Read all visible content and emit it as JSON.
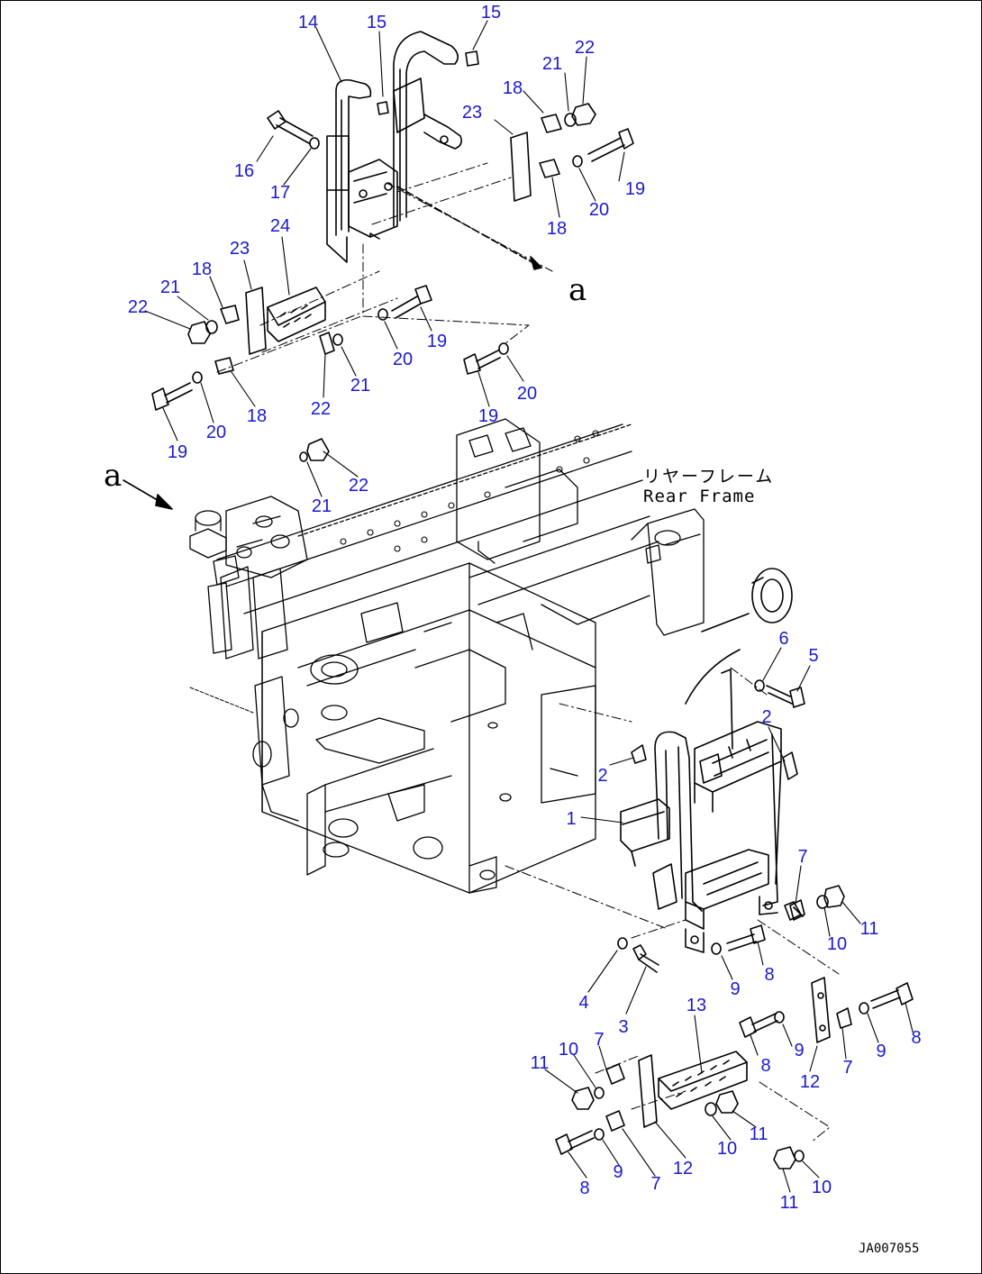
{
  "labels": {
    "view_marker": "a",
    "rear_frame_jp": "リヤーフレーム",
    "rear_frame_en": "Rear Frame",
    "drawing_code": "JA007055"
  },
  "colors": {
    "part_number": "#1a1ad0",
    "line": "#000000",
    "background": "#ffffff"
  },
  "callouts": [
    {
      "id": "c14",
      "text": "14"
    },
    {
      "id": "c15a",
      "text": "15"
    },
    {
      "id": "c15b",
      "text": "15"
    },
    {
      "id": "c22a",
      "text": "22"
    },
    {
      "id": "c21a",
      "text": "21"
    },
    {
      "id": "c18a",
      "text": "18"
    },
    {
      "id": "c23a",
      "text": "23"
    },
    {
      "id": "c16",
      "text": "16"
    },
    {
      "id": "c17",
      "text": "17"
    },
    {
      "id": "c20a",
      "text": "20"
    },
    {
      "id": "c19a",
      "text": "19"
    },
    {
      "id": "c18b",
      "text": "18"
    },
    {
      "id": "c24",
      "text": "24"
    },
    {
      "id": "c23b",
      "text": "23"
    },
    {
      "id": "c18c",
      "text": "18"
    },
    {
      "id": "c21b",
      "text": "21"
    },
    {
      "id": "c22b",
      "text": "22"
    },
    {
      "id": "c20b",
      "text": "20"
    },
    {
      "id": "c19b",
      "text": "19"
    },
    {
      "id": "c21c",
      "text": "21"
    },
    {
      "id": "c22c",
      "text": "22"
    },
    {
      "id": "c18d",
      "text": "18"
    },
    {
      "id": "c20c",
      "text": "20"
    },
    {
      "id": "c19c",
      "text": "19"
    },
    {
      "id": "c19d",
      "text": "19"
    },
    {
      "id": "c20d",
      "text": "20"
    },
    {
      "id": "c22d",
      "text": "22"
    },
    {
      "id": "c21d",
      "text": "21"
    },
    {
      "id": "c6",
      "text": "6"
    },
    {
      "id": "c5",
      "text": "5"
    },
    {
      "id": "c2a",
      "text": "2"
    },
    {
      "id": "c2b",
      "text": "2"
    },
    {
      "id": "c1",
      "text": "1"
    },
    {
      "id": "c7a",
      "text": "7"
    },
    {
      "id": "c11a",
      "text": "11"
    },
    {
      "id": "c10a",
      "text": "10"
    },
    {
      "id": "c8a",
      "text": "8"
    },
    {
      "id": "c9a",
      "text": "9"
    },
    {
      "id": "c4",
      "text": "4"
    },
    {
      "id": "c3",
      "text": "3"
    },
    {
      "id": "c13",
      "text": "13"
    },
    {
      "id": "c8b",
      "text": "8"
    },
    {
      "id": "c9b",
      "text": "9"
    },
    {
      "id": "c8c",
      "text": "8"
    },
    {
      "id": "c12a",
      "text": "12"
    },
    {
      "id": "c7b",
      "text": "7"
    },
    {
      "id": "c9c",
      "text": "9"
    },
    {
      "id": "c7c",
      "text": "7"
    },
    {
      "id": "c10b",
      "text": "10"
    },
    {
      "id": "c11b",
      "text": "11"
    },
    {
      "id": "c10c",
      "text": "10"
    },
    {
      "id": "c11c",
      "text": "11"
    },
    {
      "id": "c8d",
      "text": "8"
    },
    {
      "id": "c9d",
      "text": "9"
    },
    {
      "id": "c7d",
      "text": "7"
    },
    {
      "id": "c12b",
      "text": "12"
    },
    {
      "id": "c11d",
      "text": "11"
    },
    {
      "id": "c10d",
      "text": "10"
    }
  ]
}
